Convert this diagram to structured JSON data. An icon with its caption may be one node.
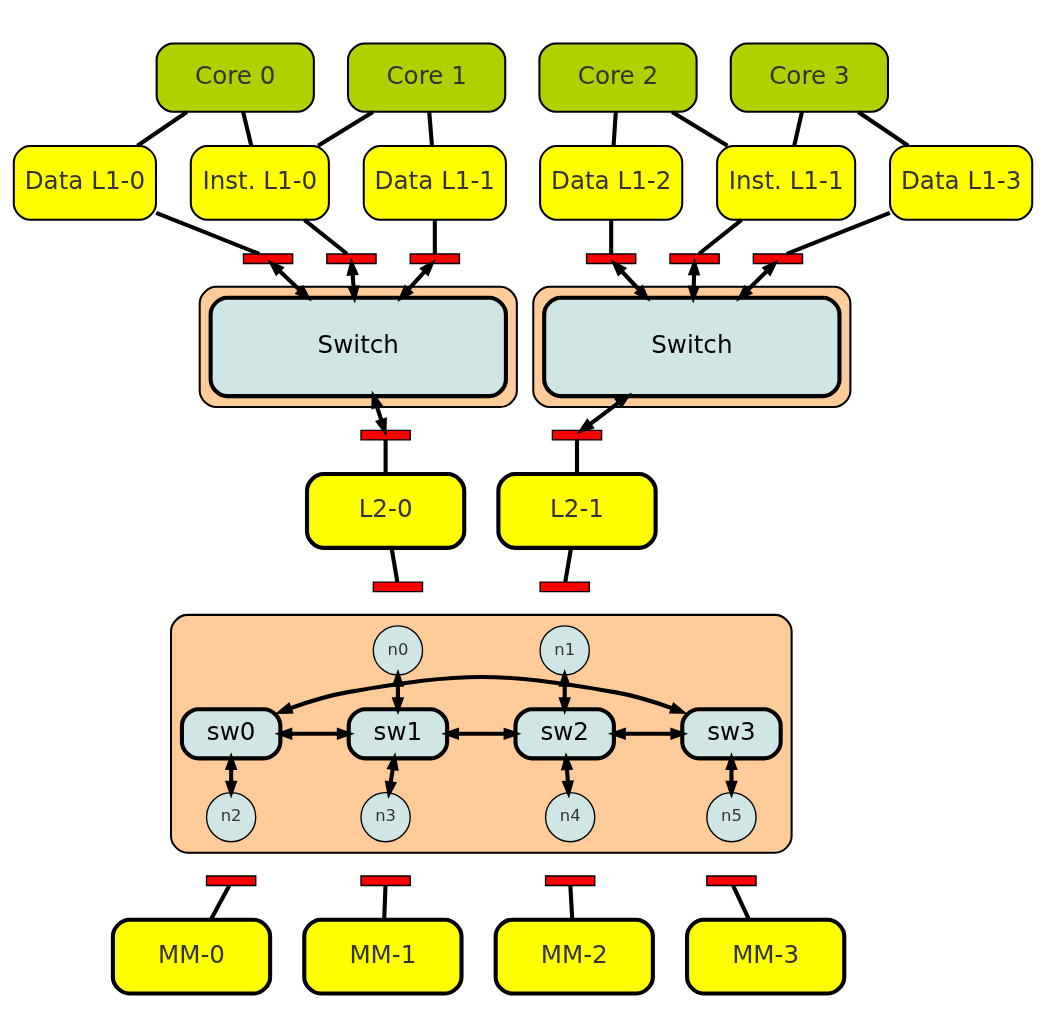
{
  "diagram": {
    "nodes": [
      {
        "text": [
          "Core 0"
        ]
      },
      {
        "text": [
          "Core 1"
        ]
      },
      {
        "text": [
          "Core 2"
        ]
      },
      {
        "text": [
          "Core 3"
        ]
      },
      {
        "text": [
          "Data L1-0"
        ]
      },
      {
        "text": [
          "Inst. L1-0"
        ]
      },
      {
        "text": [
          "Data L1-1"
        ]
      },
      {
        "text": [
          "Data L1-2"
        ]
      },
      {
        "text": [
          "Inst. L1-1"
        ]
      },
      {
        "text": [
          "Data L1-3"
        ]
      },
      {
        "text": [],
        "shape": "bar"
      },
      {
        "text": [],
        "shape": "bar"
      },
      {
        "text": [],
        "shape": "bar"
      },
      {
        "text": [],
        "shape": "bar"
      },
      {
        "text": [],
        "shape": "bar"
      },
      {
        "text": [],
        "shape": "bar"
      },
      {
        "text": [],
        "shape": "box"
      },
      {
        "text": [
          "Switch"
        ],
        "in": 16
      },
      {
        "text": [],
        "shape": "box"
      },
      {
        "text": [
          "Switch"
        ],
        "in": 18
      },
      {
        "text": [],
        "shape": "bar"
      },
      {
        "text": [],
        "shape": "bar"
      },
      {
        "text": [
          "L2-0"
        ]
      },
      {
        "text": [
          "L2-1"
        ]
      },
      {
        "text": [],
        "shape": "bar"
      },
      {
        "text": [],
        "shape": "bar"
      },
      {
        "text": [],
        "shape": "box"
      },
      {
        "text": [
          "n0"
        ],
        "in": 26
      },
      {
        "text": [
          "n1"
        ],
        "in": 26
      },
      {
        "text": [
          "sw0"
        ],
        "in": 26
      },
      {
        "text": [
          "sw1"
        ],
        "in": 26
      },
      {
        "text": [
          "sw2"
        ],
        "in": 26
      },
      {
        "text": [
          "sw3"
        ],
        "in": 26
      },
      {
        "text": [
          "n2"
        ],
        "in": 26
      },
      {
        "text": [
          "n3"
        ],
        "in": 26
      },
      {
        "text": [
          "n4"
        ],
        "in": 26
      },
      {
        "text": [
          "n5"
        ],
        "in": 26
      },
      {
        "text": [],
        "shape": "bar"
      },
      {
        "text": [],
        "shape": "bar"
      },
      {
        "text": [],
        "shape": "bar"
      },
      {
        "text": [],
        "shape": "bar"
      },
      {
        "text": [
          "MM-0"
        ]
      },
      {
        "text": [
          "MM-1"
        ]
      },
      {
        "text": [
          "MM-2"
        ]
      },
      {
        "text": [
          "MM-3"
        ]
      }
    ],
    "edges": [
      {
        "from": 0,
        "to": 4,
        "arrow": "none"
      },
      {
        "from": 0,
        "to": 5,
        "arrow": "none"
      },
      {
        "from": 1,
        "to": 5,
        "arrow": "none"
      },
      {
        "from": 1,
        "to": 6,
        "arrow": "none"
      },
      {
        "from": 2,
        "to": 7,
        "arrow": "none"
      },
      {
        "from": 2,
        "to": 8,
        "arrow": "none"
      },
      {
        "from": 3,
        "to": 8,
        "arrow": "none"
      },
      {
        "from": 3,
        "to": 9,
        "arrow": "none"
      },
      {
        "from": 4,
        "to": 10,
        "arrow": "none"
      },
      {
        "from": 5,
        "to": 11,
        "arrow": "none"
      },
      {
        "from": 6,
        "to": 12,
        "arrow": "none"
      },
      {
        "from": 7,
        "to": 13,
        "arrow": "none"
      },
      {
        "from": 8,
        "to": 14,
        "arrow": "none"
      },
      {
        "from": 9,
        "to": 15,
        "arrow": "none"
      },
      {
        "from": 10,
        "to": 17,
        "arrow": "both"
      },
      {
        "from": 11,
        "to": 17,
        "arrow": "both"
      },
      {
        "from": 12,
        "to": 17,
        "arrow": "both"
      },
      {
        "from": 13,
        "to": 19,
        "arrow": "both"
      },
      {
        "from": 14,
        "to": 19,
        "arrow": "both"
      },
      {
        "from": 15,
        "to": 19,
        "arrow": "both"
      },
      {
        "from": 17,
        "to": 20,
        "arrow": "both"
      },
      {
        "from": 19,
        "to": 21,
        "arrow": "both"
      },
      {
        "from": 20,
        "to": 22,
        "arrow": "none"
      },
      {
        "from": 21,
        "to": 23,
        "arrow": "none"
      },
      {
        "from": 22,
        "to": 24,
        "arrow": "none"
      },
      {
        "from": 23,
        "to": 25,
        "arrow": "none"
      },
      {
        "from": 27,
        "to": 30,
        "arrow": "both"
      },
      {
        "from": 28,
        "to": 31,
        "arrow": "both"
      },
      {
        "from": 29,
        "to": 30,
        "arrow": "both"
      },
      {
        "from": 30,
        "to": 31,
        "arrow": "both"
      },
      {
        "from": 31,
        "to": 32,
        "arrow": "both"
      },
      {
        "from": 32,
        "to": 29,
        "arrow": "both"
      },
      {
        "from": 29,
        "to": 33,
        "arrow": "both"
      },
      {
        "from": 30,
        "to": 34,
        "arrow": "both"
      },
      {
        "from": 31,
        "to": 35,
        "arrow": "both"
      },
      {
        "from": 32,
        "to": 36,
        "arrow": "both"
      },
      {
        "from": 37,
        "to": 41,
        "arrow": "none"
      },
      {
        "from": 38,
        "to": 42,
        "arrow": "none"
      },
      {
        "from": 39,
        "to": 43,
        "arrow": "none"
      },
      {
        "from": 40,
        "to": 44,
        "arrow": "none"
      }
    ]
  }
}
